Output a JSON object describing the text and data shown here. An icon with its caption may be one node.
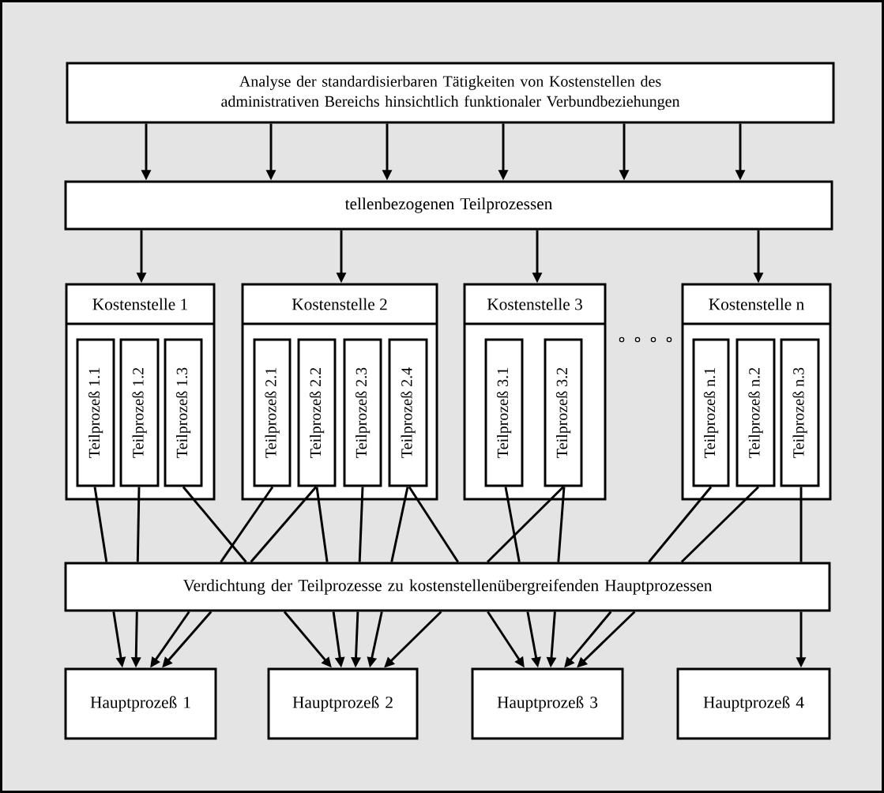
{
  "diagram": {
    "nodes": [
      {
        "text": [
          "Analyse der standardisierbaren Tätigkeiten von Kostenstellen des administrativen Bereichs hinsichtlich funktionaler Verbundbeziehungen"
        ]
      },
      {
        "text": [
          "tellenbezogenen Teilprozessen"
        ]
      },
      {
        "text": [
          "Kostenstelle 1"
        ]
      },
      {
        "text": [
          "Teilprozeß 1.1"
        ],
        "in": 2
      },
      {
        "text": [
          "Teilprozeß 1.2"
        ],
        "in": 2
      },
      {
        "text": [
          "Teilprozeß 1.3"
        ],
        "in": 2
      },
      {
        "text": [
          "Kostenstelle 2"
        ]
      },
      {
        "text": [
          "Teilprozeß 2.1"
        ],
        "in": 6
      },
      {
        "text": [
          "Teilprozeß 2.2"
        ],
        "in": 6
      },
      {
        "text": [
          "Teilprozeß 2.3"
        ],
        "in": 6
      },
      {
        "text": [
          "Teilprozeß 2.4"
        ],
        "in": 6
      },
      {
        "text": [
          "Kostenstelle 3"
        ]
      },
      {
        "text": [
          "Teilprozeß 3.1"
        ],
        "in": 11
      },
      {
        "text": [
          "Teilprozeß 3.2"
        ],
        "in": 11
      },
      {
        "text": [
          "Kostenstelle n"
        ]
      },
      {
        "text": [
          "Teilprozeß n.1"
        ],
        "in": 14
      },
      {
        "text": [
          "Teilprozeß n.2"
        ],
        "in": 14
      },
      {
        "text": [
          "Teilprozeß n.3"
        ],
        "in": 14
      },
      {
        "text": [
          "Verdichtung der Teilprozesse zu kostenstellenübergreifenden Hauptprozessen"
        ]
      },
      {
        "text": [
          "Hauptprozeß 1"
        ]
      },
      {
        "text": [
          "Hauptprozeß 2"
        ]
      },
      {
        "text": [
          "Hauptprozeß 3"
        ]
      },
      {
        "text": [
          "Hauptprozeß 4"
        ]
      }
    ],
    "edges": [
      {
        "from": 0,
        "to": 1,
        "arrow": "to"
      },
      {
        "from": 0,
        "to": 1,
        "arrow": "to"
      },
      {
        "from": 0,
        "to": 1,
        "arrow": "to"
      },
      {
        "from": 0,
        "to": 1,
        "arrow": "to"
      },
      {
        "from": 0,
        "to": 1,
        "arrow": "to"
      },
      {
        "from": 0,
        "to": 1,
        "arrow": "to"
      },
      {
        "from": 1,
        "to": 2,
        "arrow": "to"
      },
      {
        "from": 1,
        "to": 6,
        "arrow": "to"
      },
      {
        "from": 1,
        "to": 11,
        "arrow": "to"
      },
      {
        "from": 1,
        "to": 14,
        "arrow": "to"
      },
      {
        "from": 3,
        "to": 18,
        "arrow": "none"
      },
      {
        "from": 4,
        "to": 18,
        "arrow": "none"
      },
      {
        "from": 7,
        "to": 18,
        "arrow": "none"
      },
      {
        "from": 8,
        "to": 18,
        "arrow": "none"
      },
      {
        "from": 5,
        "to": 18,
        "arrow": "none"
      },
      {
        "from": 8,
        "to": 18,
        "arrow": "none"
      },
      {
        "from": 9,
        "to": 18,
        "arrow": "none"
      },
      {
        "from": 10,
        "to": 18,
        "arrow": "none"
      },
      {
        "from": 13,
        "to": 18,
        "arrow": "none"
      },
      {
        "from": 10,
        "to": 18,
        "arrow": "none"
      },
      {
        "from": 12,
        "to": 18,
        "arrow": "none"
      },
      {
        "from": 13,
        "to": 18,
        "arrow": "none"
      },
      {
        "from": 15,
        "to": 18,
        "arrow": "none"
      },
      {
        "from": 16,
        "to": 18,
        "arrow": "none"
      },
      {
        "from": 17,
        "to": 18,
        "arrow": "none"
      },
      {
        "from": 18,
        "to": 19,
        "arrow": "to"
      },
      {
        "from": 18,
        "to": 19,
        "arrow": "to"
      },
      {
        "from": 18,
        "to": 19,
        "arrow": "to"
      },
      {
        "from": 18,
        "to": 19,
        "arrow": "to"
      },
      {
        "from": 18,
        "to": 20,
        "arrow": "to"
      },
      {
        "from": 18,
        "to": 20,
        "arrow": "to"
      },
      {
        "from": 18,
        "to": 20,
        "arrow": "to"
      },
      {
        "from": 18,
        "to": 20,
        "arrow": "to"
      },
      {
        "from": 18,
        "to": 20,
        "arrow": "to"
      },
      {
        "from": 18,
        "to": 21,
        "arrow": "to"
      },
      {
        "from": 18,
        "to": 21,
        "arrow": "to"
      },
      {
        "from": 18,
        "to": 21,
        "arrow": "to"
      },
      {
        "from": 18,
        "to": 21,
        "arrow": "to"
      },
      {
        "from": 18,
        "to": 21,
        "arrow": "to"
      },
      {
        "from": 18,
        "to": 22,
        "arrow": "to"
      }
    ]
  }
}
